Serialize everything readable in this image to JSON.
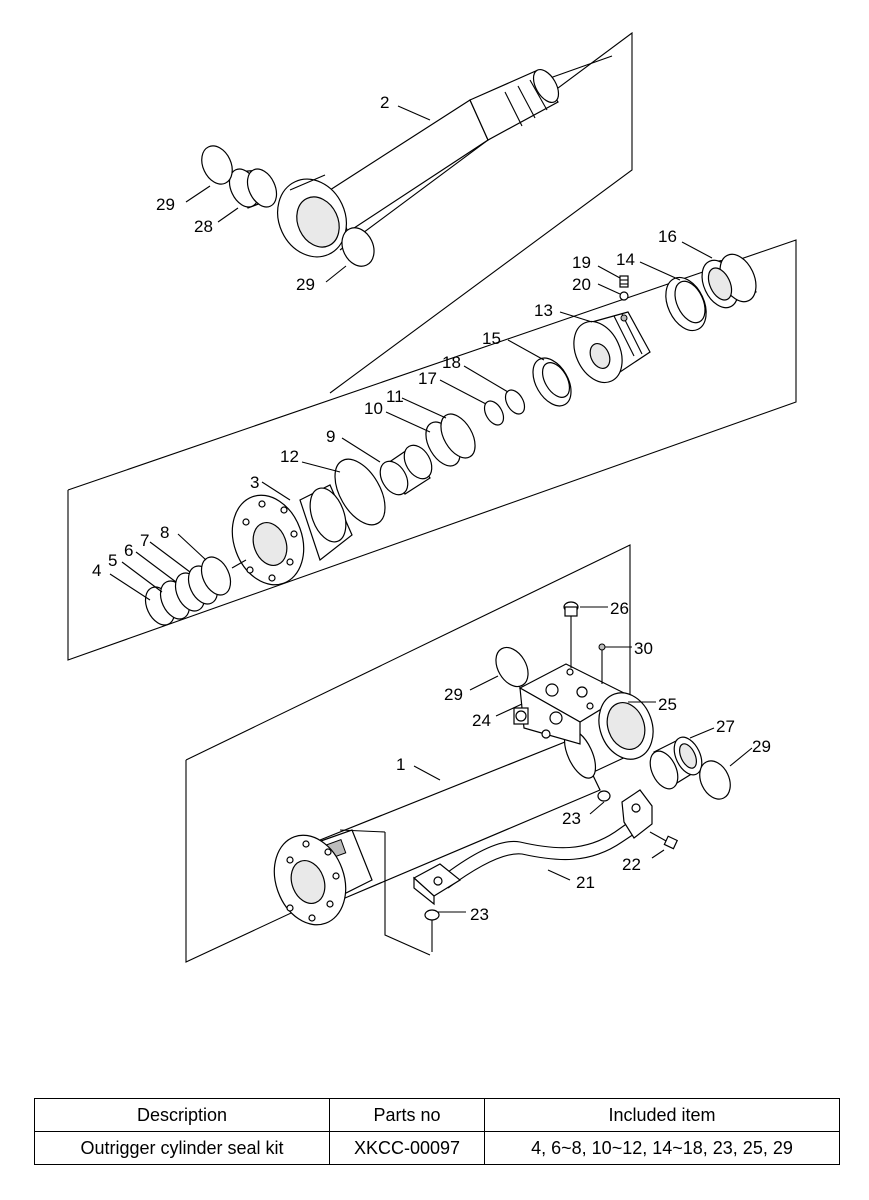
{
  "diagram": {
    "callouts": [
      "1",
      "2",
      "3",
      "4",
      "5",
      "6",
      "7",
      "8",
      "9",
      "10",
      "11",
      "12",
      "13",
      "14",
      "15",
      "16",
      "17",
      "18",
      "19",
      "20",
      "21",
      "22",
      "23",
      "23",
      "24",
      "25",
      "26",
      "27",
      "28",
      "29",
      "29",
      "29",
      "29",
      "30"
    ]
  },
  "table": {
    "headers": [
      "Description",
      "Parts no",
      "Included item"
    ],
    "rows": [
      [
        "Outrigger cylinder seal kit",
        "XKCC-00097",
        "4, 6~8, 10~12, 14~18, 23, 25, 29"
      ]
    ]
  }
}
